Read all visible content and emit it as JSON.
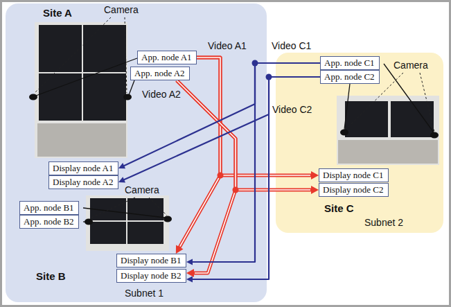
{
  "diagram": {
    "nodes": [
      {
        "text": [
          "Site A",
          "Site B",
          "Subnet 1"
        ]
      },
      {
        "text": [
          "App. node A1"
        ],
        "in": 0
      },
      {
        "text": [
          "App. node A2"
        ],
        "in": 0
      },
      {
        "text": [
          "Display node A1"
        ],
        "in": 0
      },
      {
        "text": [
          "Display node A2"
        ],
        "in": 0
      },
      {
        "text": [
          "App. node B1"
        ],
        "in": 0
      },
      {
        "text": [
          "App. node B2"
        ],
        "in": 0
      },
      {
        "text": [
          "Display node B1"
        ],
        "in": 0
      },
      {
        "text": [
          "Display node B2"
        ],
        "in": 0
      },
      {
        "text": [
          "Site C",
          "Subnet 2"
        ]
      },
      {
        "text": [
          "App. node C1"
        ],
        "in": 9
      },
      {
        "text": [
          "App. node C2"
        ],
        "in": 9
      },
      {
        "text": [
          "Display node C1"
        ],
        "in": 9
      },
      {
        "text": [
          "Display node C2"
        ],
        "in": 9
      }
    ],
    "edges": [
      {
        "from": 1,
        "to": 12,
        "arrow": "to",
        "label": "Video A1"
      },
      {
        "from": 1,
        "to": 7,
        "arrow": "to"
      },
      {
        "from": 2,
        "to": 13,
        "arrow": "to",
        "label": "Video A2"
      },
      {
        "from": 2,
        "to": 8,
        "arrow": "to"
      },
      {
        "from": 10,
        "to": 3,
        "arrow": "to",
        "label": "Video C1"
      },
      {
        "from": 10,
        "to": 7,
        "arrow": "to"
      },
      {
        "from": 11,
        "to": 4,
        "arrow": "to",
        "label": "Video C2"
      },
      {
        "from": 11,
        "to": 8,
        "arrow": "to"
      }
    ],
    "labels": [
      "Camera",
      "Camera",
      "Camera"
    ]
  }
}
